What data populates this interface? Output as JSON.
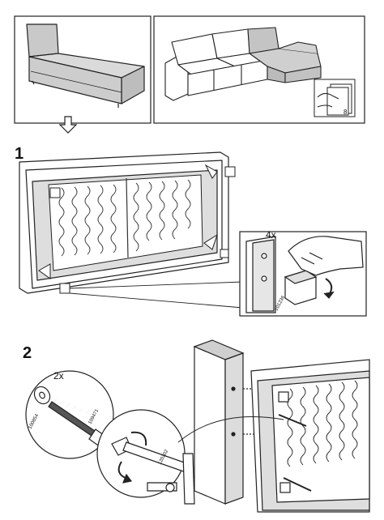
{
  "top": {
    "page_ref": "8"
  },
  "step1": {
    "number": "1",
    "quantity": "4x",
    "part_id": "101236"
  },
  "step2": {
    "number": "2",
    "quantity": "2x",
    "bolt_id": "100854",
    "washer_id": "109471",
    "wrench_id": "120202"
  }
}
